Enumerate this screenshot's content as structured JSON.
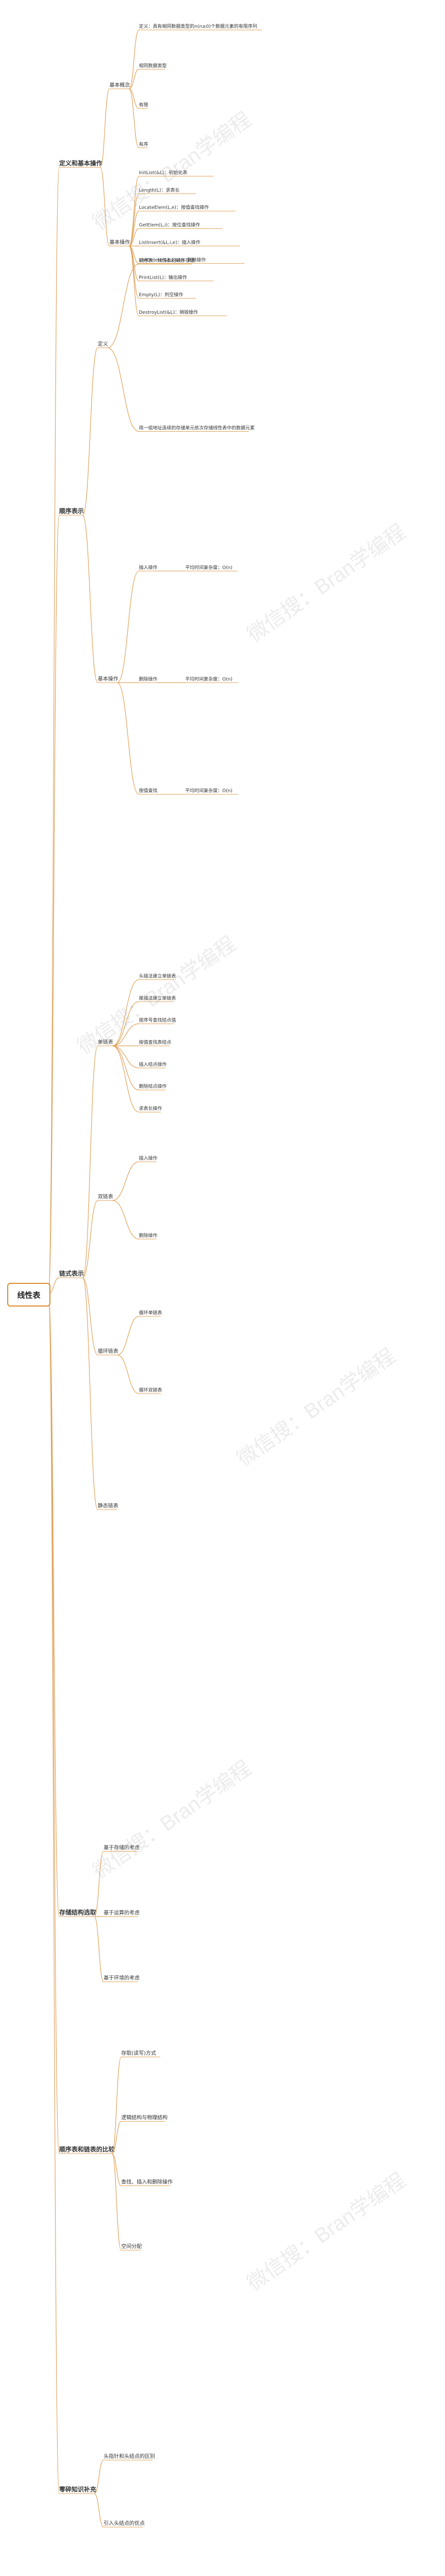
{
  "root": "线性表",
  "colors": {
    "line": "#e0a25a",
    "root_border": "#d98b2b",
    "text": "#333333",
    "watermark": "#bbbbbb"
  },
  "watermark_text": "微信搜：Bran学编程",
  "branches": [
    {
      "label": "定义和基本操作",
      "children": [
        {
          "label": "基本概念",
          "children": [
            {
              "label": "定义：具有相同数据类型的n(n≥0)个数据元素的有限序列",
              "children": []
            },
            {
              "label": "相同数据类型",
              "children": []
            },
            {
              "label": "有限",
              "children": []
            },
            {
              "label": "有序",
              "children": []
            }
          ]
        },
        {
          "label": "基本操作",
          "children": [
            {
              "label": "InitList(&L)：初始化表",
              "children": []
            },
            {
              "label": "Length(L)：求表长",
              "children": []
            },
            {
              "label": "LocateElem(L,e)：按值查找操作",
              "children": []
            },
            {
              "label": "GetElem(L,i)：按位查找操作",
              "children": []
            },
            {
              "label": "ListInsert(&L,i,e)：插入操作",
              "children": []
            },
            {
              "label": "ListDelete(&L,i,&e)：删除操作",
              "children": []
            },
            {
              "label": "PrintList(L)：输出操作",
              "children": []
            },
            {
              "label": "Empty(L)：判空操作",
              "children": []
            },
            {
              "label": "DestroyList(&L)：销毁操作",
              "children": []
            }
          ]
        }
      ]
    },
    {
      "label": "顺序表示",
      "children": [
        {
          "label": "定义",
          "children": [
            {
              "label": "顺序表：线性表的顺序存储",
              "children": []
            },
            {
              "label": "用一组地址连续的存储单元依次存储线性表中的数据元素",
              "children": []
            }
          ]
        },
        {
          "label": "基本操作",
          "children": [
            {
              "label": "插入操作",
              "children": [
                {
                  "label": "平均时间复杂度：O(n)",
                  "children": []
                }
              ]
            },
            {
              "label": "删除操作",
              "children": [
                {
                  "label": "平均时间复杂度：O(n)",
                  "children": []
                }
              ]
            },
            {
              "label": "按值查找",
              "children": [
                {
                  "label": "平均时间复杂度：O(n)",
                  "children": []
                }
              ]
            }
          ]
        }
      ]
    },
    {
      "label": "链式表示",
      "children": [
        {
          "label": "单链表",
          "children": [
            {
              "label": "头插法建立单链表",
              "children": []
            },
            {
              "label": "尾插法建立单链表",
              "children": []
            },
            {
              "label": "按序号查找结点值",
              "children": []
            },
            {
              "label": "按值查找表结点",
              "children": []
            },
            {
              "label": "插入结点操作",
              "children": []
            },
            {
              "label": "删除结点操作",
              "children": []
            },
            {
              "label": "求表长操作",
              "children": []
            }
          ]
        },
        {
          "label": "双链表",
          "children": [
            {
              "label": "插入操作",
              "children": []
            },
            {
              "label": "删除操作",
              "children": []
            }
          ]
        },
        {
          "label": "循环链表",
          "children": [
            {
              "label": "循环单链表",
              "children": []
            },
            {
              "label": "循环双链表",
              "children": []
            }
          ]
        },
        {
          "label": "静态链表",
          "children": []
        }
      ]
    },
    {
      "label": "存储结构选取",
      "children": [
        {
          "label": "基于存储的考虑",
          "children": []
        },
        {
          "label": "基于运算的考虑",
          "children": []
        },
        {
          "label": "基于环境的考虑",
          "children": []
        }
      ]
    },
    {
      "label": "顺序表和链表的比较",
      "children": [
        {
          "label": "存取(读写)方式",
          "children": []
        },
        {
          "label": "逻辑结构与物理结构",
          "children": []
        },
        {
          "label": "查找、插入和删除操作",
          "children": []
        },
        {
          "label": "空间分配",
          "children": []
        }
      ]
    },
    {
      "label": "零碎知识补充",
      "children": [
        {
          "label": "头指针和头结点的区别",
          "children": []
        },
        {
          "label": "引入头结点的优点",
          "children": []
        }
      ]
    }
  ]
}
